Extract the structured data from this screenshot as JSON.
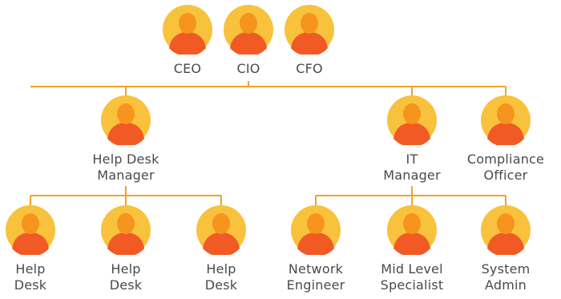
{
  "colors": {
    "connector": "#f4a12a",
    "avatar_ring": "#f9c23c",
    "avatar_body": "#f15a24",
    "avatar_head": "#f7941d",
    "label_text": "#4a4a4a"
  },
  "icon": "person-avatar-icon",
  "nodes": [
    {
      "id": "ceo",
      "lines": [
        "CEO"
      ]
    },
    {
      "id": "cio",
      "lines": [
        "CIO"
      ]
    },
    {
      "id": "cfo",
      "lines": [
        "CFO"
      ]
    },
    {
      "id": "help-desk-manager",
      "lines": [
        "Help Desk",
        "Manager"
      ]
    },
    {
      "id": "it-manager",
      "lines": [
        "IT",
        "Manager"
      ]
    },
    {
      "id": "compliance-officer",
      "lines": [
        "Compliance",
        "Officer"
      ]
    },
    {
      "id": "help-desk-1",
      "lines": [
        "Help",
        "Desk"
      ]
    },
    {
      "id": "help-desk-2",
      "lines": [
        "Help",
        "Desk"
      ]
    },
    {
      "id": "help-desk-3",
      "lines": [
        "Help",
        "Desk"
      ]
    },
    {
      "id": "network-engineer",
      "lines": [
        "Network",
        "Engineer"
      ]
    },
    {
      "id": "mid-level-specialist",
      "lines": [
        "Mid Level",
        "Specialist"
      ]
    },
    {
      "id": "system-admin",
      "lines": [
        "System",
        "Admin"
      ]
    }
  ]
}
